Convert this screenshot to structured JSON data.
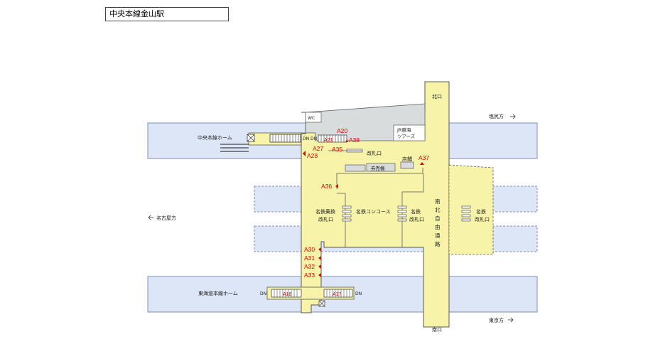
{
  "title": "中央本線金山駅",
  "labels": {
    "north_exit": "北口",
    "south_exit": "南口",
    "to_shiojiri": "塩尻方",
    "to_nagoya": "名古屋方",
    "to_tokyo": "東京方",
    "chuo_platform": "中央本線ホーム",
    "tokaido_platform": "東海道本線ホーム",
    "wc": "WC",
    "jr_tokai_tours_1": "JR東海",
    "jr_tokai_tours_2": "ツアーズ",
    "dn": "DN",
    "kaisatsu": "改札口",
    "shop": "店舗",
    "ticket_machine": "券売機",
    "meitetsu_transfer_1": "名鉄乗換",
    "meitetsu_transfer_2": "改札口",
    "meitetsu_concourse": "名鉄コンコース",
    "meitetsu_gate_1": "名鉄",
    "meitetsu_gate_2": "改札口",
    "right_meitetsu_1": "名鉄",
    "right_meitetsu_2": "改札口",
    "nanboku_road": [
      "南",
      "北",
      "自",
      "由",
      "通",
      "路"
    ]
  },
  "markers": {
    "A20": "A20",
    "A21": "A21",
    "A27": "A27",
    "A28": "A28",
    "A35": "A35",
    "A36": "A36",
    "A37": "A37",
    "A38": "A38",
    "A30": "A30",
    "A31": "A31",
    "A32": "A32",
    "A33": "A33",
    "A17": "A17",
    "A18": "A18"
  },
  "colors": {
    "track": "#dce6f7",
    "track_border": "#7c8fb6",
    "concourse": "#f7f3a8",
    "concourse_border": "#5a5a5a",
    "building": "#d8dcdc",
    "marker": "#e00000"
  }
}
